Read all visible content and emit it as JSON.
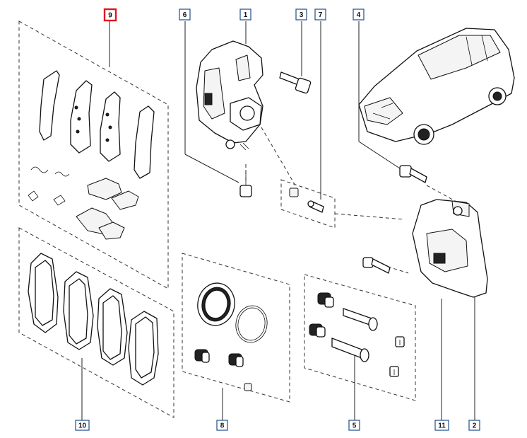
{
  "diagram": {
    "selected_callout": "9",
    "callouts": [
      {
        "id": "9",
        "label": "9"
      },
      {
        "id": "6",
        "label": "6"
      },
      {
        "id": "1",
        "label": "1"
      },
      {
        "id": "3",
        "label": "3"
      },
      {
        "id": "7",
        "label": "7"
      },
      {
        "id": "4",
        "label": "4"
      },
      {
        "id": "10",
        "label": "10"
      },
      {
        "id": "8",
        "label": "8"
      },
      {
        "id": "5",
        "label": "5"
      },
      {
        "id": "11",
        "label": "11"
      },
      {
        "id": "2",
        "label": "2"
      }
    ],
    "colors": {
      "callout_border": "#1f4e8c",
      "selected_border": "#e0141e",
      "line": "#222222"
    }
  }
}
